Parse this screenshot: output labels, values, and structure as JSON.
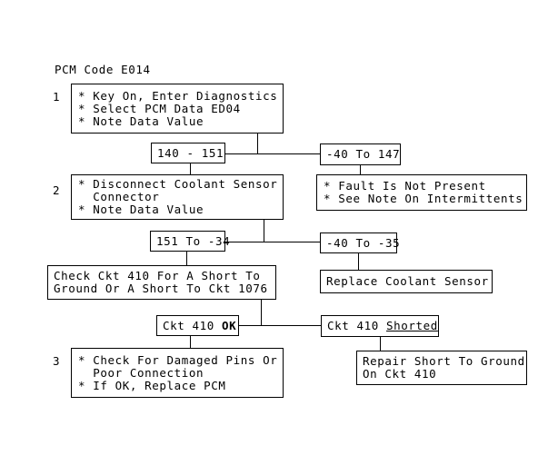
{
  "document": {
    "title": "PCM Code E014"
  },
  "steps": {
    "one": "1",
    "two": "2",
    "three": "3"
  },
  "boxes": {
    "step1": {
      "name": "key-on-enter-diagnostics-box",
      "lines": [
        "* Key On, Enter Diagnostics",
        "* Select PCM Data ED04",
        "* Note Data Value"
      ]
    },
    "range_140_151": {
      "name": "range-140-151-box",
      "lines": [
        "140 - 151"
      ]
    },
    "range_m40_147": {
      "name": "range-minus40-to-147-box",
      "lines": [
        "-40 To 147"
      ]
    },
    "step2": {
      "name": "disconnect-coolant-sensor-box",
      "lines": [
        "* Disconnect Coolant Sensor",
        "  Connector",
        "* Note Data Value"
      ]
    },
    "fault_not_present": {
      "name": "fault-is-not-present-box",
      "lines": [
        "* Fault Is Not Present",
        "* See Note On Intermittents"
      ]
    },
    "range_151_m34": {
      "name": "range-151-to-minus34-box",
      "lines": [
        "151 To -34"
      ]
    },
    "range_m40_m35": {
      "name": "range-minus40-to-minus35-box",
      "lines": [
        "-40 To -35"
      ]
    },
    "check_ckt_410": {
      "name": "check-ckt-410-short-box",
      "lines": [
        "Check Ckt 410 For A Short To",
        "Ground Or A Short To Ckt 1076"
      ]
    },
    "replace_coolant_sensor": {
      "name": "replace-coolant-sensor-box",
      "lines": [
        "Replace Coolant Sensor"
      ]
    },
    "ckt_410_ok": {
      "name": "ckt-410-ok-box",
      "prefix": "Ckt 410 ",
      "emphasis": "OK"
    },
    "ckt_410_shorted": {
      "name": "ckt-410-shorted-box",
      "prefix": "Ckt 410 ",
      "emphasis": "Shorted"
    },
    "step3": {
      "name": "check-damaged-pins-box",
      "lines": [
        "* Check For Damaged Pins Or",
        "  Poor Connection",
        "* If OK, Replace PCM"
      ]
    },
    "repair_short": {
      "name": "repair-short-to-ground-box",
      "lines": [
        "Repair Short To Ground",
        "On Ckt 410"
      ]
    }
  },
  "colors": {
    "stroke": "#000000",
    "background": "#ffffff",
    "text": "#000000"
  }
}
